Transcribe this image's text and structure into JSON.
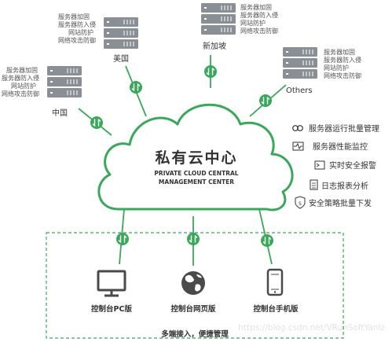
{
  "servers": [
    {
      "label": "美国",
      "lines": [
        "服务器加固",
        "服务器防入侵",
        "网站防护",
        "网络攻击防御"
      ]
    },
    {
      "label": "新加坡",
      "lines": [
        "服务器加固",
        "服务器防入侵",
        "网站防护",
        "网络攻击防御"
      ]
    },
    {
      "label": "中国",
      "lines": [
        "服务器加固",
        "服务器防入侵",
        "网站防护",
        "网络攻击防御"
      ]
    },
    {
      "label": "Others",
      "lines": [
        "服务器加固",
        "服务器防入侵",
        "网站防护",
        "网络攻击防御"
      ]
    }
  ],
  "cloud": {
    "title": "私有云中心",
    "subtitle_line1": "PRIVATE CLOUD CENTRAL",
    "subtitle_line2": "MANAGEMENT CENTER"
  },
  "features": [
    {
      "icon": "link-icon",
      "label": "服务器运行批量管理"
    },
    {
      "icon": "pulse-monitor-icon",
      "label": "服务器性能监控"
    },
    {
      "icon": "terminal-icon",
      "label": "实时安全报警"
    },
    {
      "icon": "document-icon",
      "label": "日志报表分析"
    },
    {
      "icon": "shield-icon",
      "label": "安全策略批量下发"
    }
  ],
  "clients": [
    {
      "icon": "monitor-icon",
      "label": "控制台PC版"
    },
    {
      "icon": "globe-icon",
      "label": "控制台网页版"
    },
    {
      "icon": "phone-icon",
      "label": "控制台手机版"
    }
  ],
  "bottom_caption": "多端接入，便捷管理",
  "watermark": "https://blog.csdn.net/VRunSoftYanlz",
  "colors": {
    "accent": "#3aa85a",
    "server": "#8a8f95",
    "text": "#4a4a4a"
  }
}
